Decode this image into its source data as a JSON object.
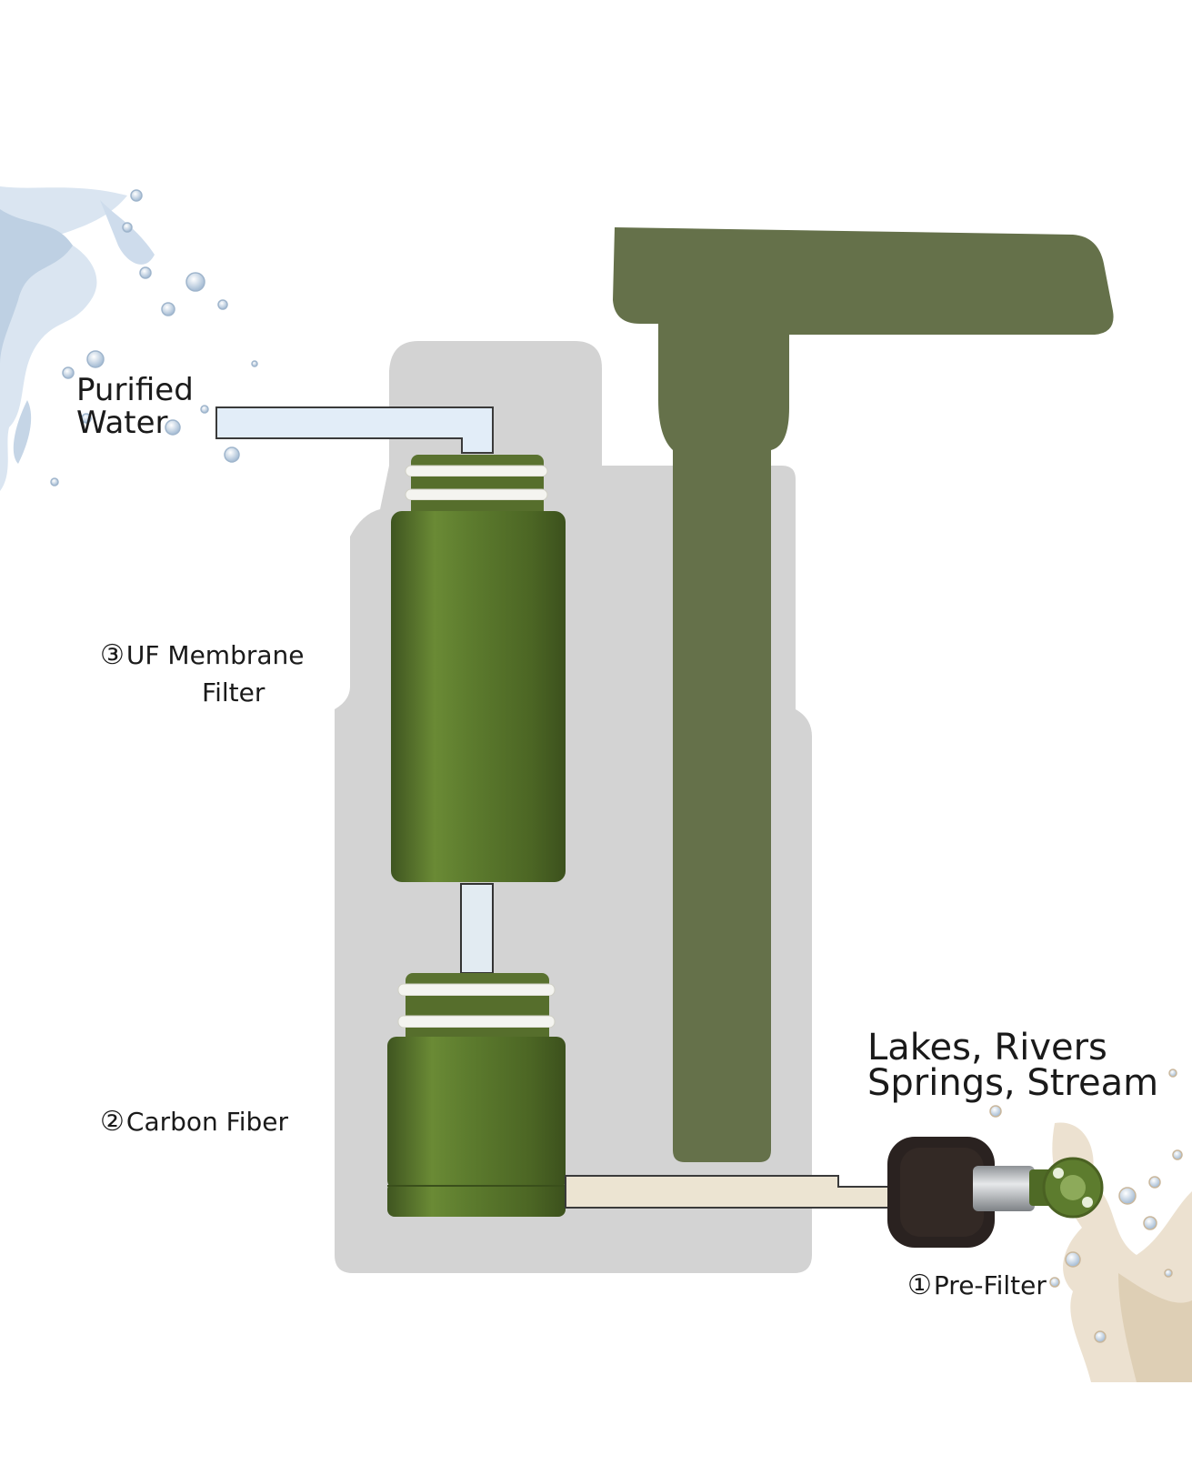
{
  "labels": {
    "purified_line1": "Purified",
    "purified_line2": "Water",
    "uf_num": "③",
    "uf_line1": "UF Membrane",
    "uf_line2": "Filter",
    "carbon_num": "②",
    "carbon_text": "Carbon Fiber",
    "source_line1": "Lakes, Rivers",
    "source_line2": "Springs, Stream",
    "pre_num": "①",
    "pre_text": "Pre-Filter"
  },
  "colors": {
    "background": "#ffffff",
    "housing": "#d3d3d3",
    "handle_green": "#65714a",
    "cartridge_green": "#5f7a30",
    "cartridge_dark": "#4a6122",
    "purified_tube": "#e2edf8",
    "source_tube": "#ece4d2",
    "foam": "#2a2220",
    "metal": "#b9bcbf",
    "water": "#c9d9ea"
  }
}
